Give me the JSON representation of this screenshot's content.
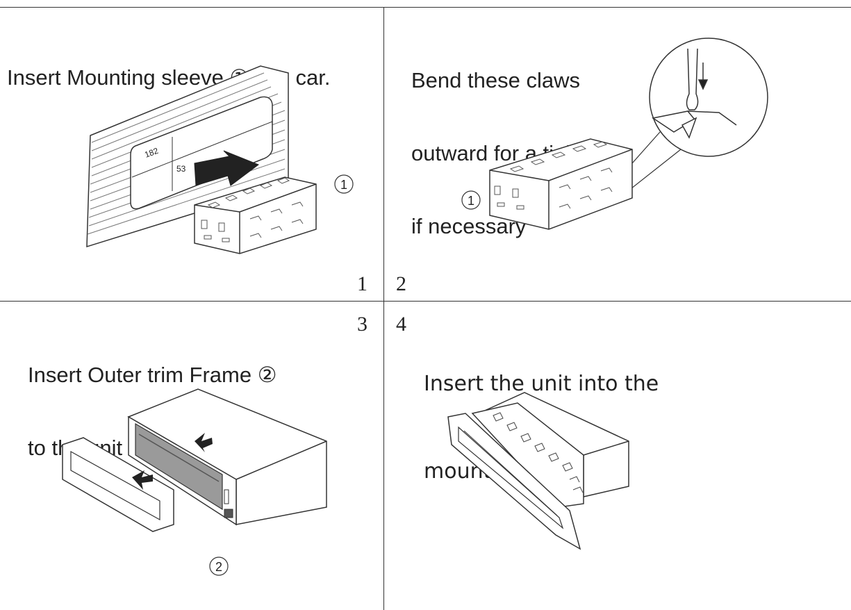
{
  "panels": [
    {
      "title_lines": [
        "Insert Mounting sleeve ① into car."
      ],
      "step_number": "1",
      "callout": "1",
      "dimension_width": "182",
      "dimension_height": "53"
    },
    {
      "title_lines": [
        "Bend these claws",
        "outward for a tight fit,",
        "if necessary"
      ],
      "step_number": "2",
      "callout": "1"
    },
    {
      "title_lines": [
        "Insert Outer trim Frame ②",
        "to the unit"
      ],
      "step_number": "3",
      "callout": "2"
    },
    {
      "title_lines": [
        "Insert the unit into the",
        "mounting sleeve."
      ],
      "step_number": "4"
    }
  ]
}
